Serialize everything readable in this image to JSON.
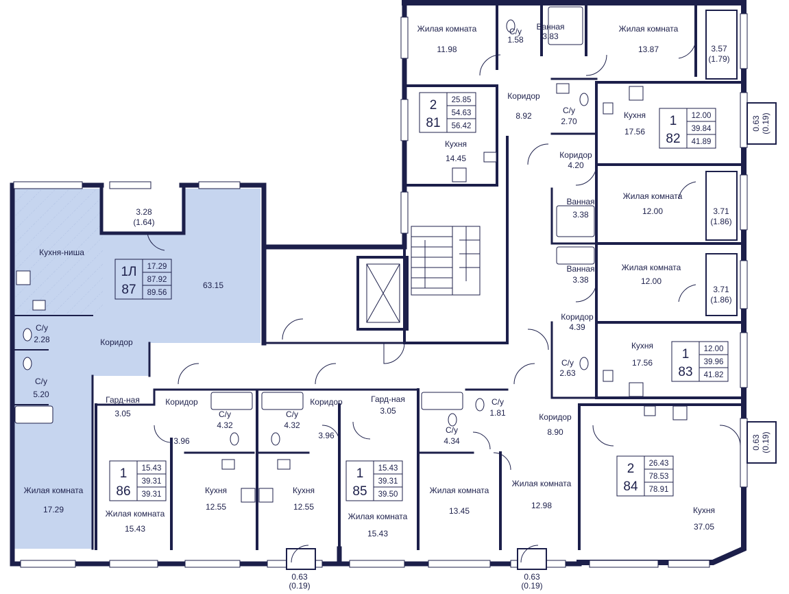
{
  "colors": {
    "wall": "#1c1f4a",
    "highlight": "#c6d5ef",
    "line": "#1c1f4a",
    "background": "#ffffff"
  },
  "rooms": [
    {
      "id": "r1",
      "name": "Жилая комната",
      "area": "11.98"
    },
    {
      "id": "r2",
      "name": "С/у",
      "area": "1.58"
    },
    {
      "id": "r3",
      "name": "Ванная",
      "area": "3.83"
    },
    {
      "id": "r4",
      "name": "Жилая комната",
      "area": "13.87"
    },
    {
      "id": "r5",
      "name": "",
      "area": "3.57",
      "sub": "(1.79)"
    },
    {
      "id": "r6",
      "name": "Коридор",
      "area": "8.92"
    },
    {
      "id": "r7",
      "name": "Кухня",
      "area": "14.45"
    },
    {
      "id": "r8",
      "name": "С/у",
      "area": "2.70"
    },
    {
      "id": "r9",
      "name": "Кухня",
      "area": "17.56"
    },
    {
      "id": "r10",
      "name": "Коридор",
      "area": "4.20"
    },
    {
      "id": "r11",
      "name": "Ванная",
      "area": "3.38"
    },
    {
      "id": "r12",
      "name": "Жилая комната",
      "area": "12.00"
    },
    {
      "id": "r13",
      "name": "",
      "area": "3.71",
      "sub": "(1.86)"
    },
    {
      "id": "r14",
      "name": "Ванная",
      "area": "3.38"
    },
    {
      "id": "r15",
      "name": "Жилая комната",
      "area": "12.00"
    },
    {
      "id": "r16",
      "name": "",
      "area": "3.71",
      "sub": "(1.86)"
    },
    {
      "id": "r17",
      "name": "Коридор",
      "area": "4.39"
    },
    {
      "id": "r18",
      "name": "Кухня",
      "area": "17.56"
    },
    {
      "id": "r19",
      "name": "С/у",
      "area": "2.63"
    },
    {
      "id": "r20",
      "name": "",
      "area": "3.28",
      "sub": "(1.64)"
    },
    {
      "id": "r21",
      "name": "Кухня-ниша",
      "area": ""
    },
    {
      "id": "r22",
      "name": "",
      "area": "63.15"
    },
    {
      "id": "r23",
      "name": "С/у",
      "area": "2.28"
    },
    {
      "id": "r24",
      "name": "Коридор",
      "area": ""
    },
    {
      "id": "r25",
      "name": "С/у",
      "area": "5.20"
    },
    {
      "id": "r26",
      "name": "Жилая комната",
      "area": "17.29"
    },
    {
      "id": "r27",
      "name": "Гард-ная",
      "area": "3.05"
    },
    {
      "id": "r28",
      "name": "Коридор",
      "area": "3.96"
    },
    {
      "id": "r29",
      "name": "С/у",
      "area": "4.32"
    },
    {
      "id": "r30",
      "name": "Жилая комната",
      "area": "15.43"
    },
    {
      "id": "r31",
      "name": "Кухня",
      "area": "12.55"
    },
    {
      "id": "r32",
      "name": "С/у",
      "area": "4.32"
    },
    {
      "id": "r33",
      "name": "Коридор",
      "area": "3.96"
    },
    {
      "id": "r34",
      "name": "Кухня",
      "area": "12.55"
    },
    {
      "id": "r35",
      "name": "Гард-ная",
      "area": "3.05"
    },
    {
      "id": "r36",
      "name": "Жилая комната",
      "area": "15.43"
    },
    {
      "id": "r37",
      "name": "С/у",
      "area": "4.34"
    },
    {
      "id": "r38",
      "name": "С/у",
      "area": "1.81"
    },
    {
      "id": "r39",
      "name": "Жилая комната",
      "area": "13.45"
    },
    {
      "id": "r40",
      "name": "Коридор",
      "area": "8.90"
    },
    {
      "id": "r41",
      "name": "Жилая комната",
      "area": "12.98"
    },
    {
      "id": "r42",
      "name": "Кухня",
      "area": "37.05"
    }
  ],
  "balconies": [
    {
      "id": "b1",
      "area": "0.63",
      "sub": "(0.19)"
    },
    {
      "id": "b2",
      "area": "0.63",
      "sub": "(0.19)"
    },
    {
      "id": "b3",
      "area": "0.63",
      "sub": "(0.19)"
    },
    {
      "id": "b4",
      "area": "0.63",
      "sub": "(0.19)"
    }
  ],
  "apartments": [
    {
      "id": "a81",
      "rooms": "2",
      "number": "81",
      "areas": [
        "25.85",
        "54.63",
        "56.42"
      ]
    },
    {
      "id": "a82",
      "rooms": "1",
      "number": "82",
      "areas": [
        "12.00",
        "39.84",
        "41.89"
      ]
    },
    {
      "id": "a87",
      "rooms": "1Л",
      "number": "87",
      "areas": [
        "17.29",
        "87.92",
        "89.56"
      ],
      "highlighted": true
    },
    {
      "id": "a83",
      "rooms": "1",
      "number": "83",
      "areas": [
        "12.00",
        "39.96",
        "41.82"
      ]
    },
    {
      "id": "a86",
      "rooms": "1",
      "number": "86",
      "areas": [
        "15.43",
        "39.31",
        "39.31"
      ]
    },
    {
      "id": "a85",
      "rooms": "1",
      "number": "85",
      "areas": [
        "15.43",
        "39.31",
        "39.50"
      ]
    },
    {
      "id": "a84",
      "rooms": "2",
      "number": "84",
      "areas": [
        "26.43",
        "78.53",
        "78.91"
      ]
    }
  ],
  "icons": [
    "stove-icon",
    "sink-icon",
    "bathtub-icon",
    "toilet-icon",
    "washbasin-icon",
    "elevator-icon",
    "stairs-icon",
    "door-swing-icon",
    "window-icon"
  ]
}
